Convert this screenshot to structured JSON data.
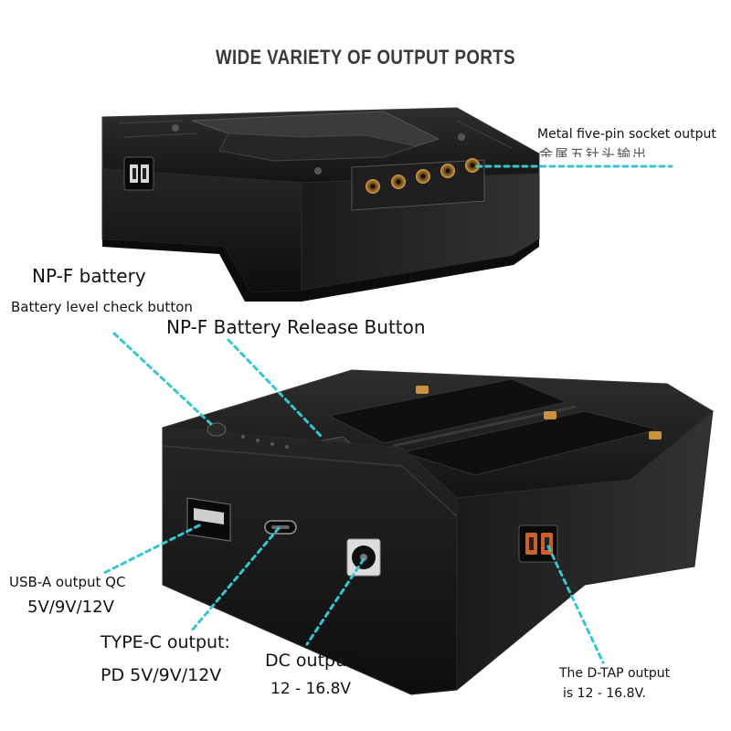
{
  "header": {
    "title": "WIDE VARIETY OF OUTPUT PORTS"
  },
  "callouts": {
    "five_pin": "Metal five-pin socket output",
    "five_pin_cn": "金属五针头输出",
    "npf_battery": "NP-F battery",
    "level_button": "Battery level check button",
    "release_button": "NP-F Battery Release Button",
    "usb_a_line1": "USB-A output QC",
    "usb_a_line2": "5V/9V/12V",
    "type_c_line1": "TYPE-C output:",
    "type_c_line2": "PD 5V/9V/12V",
    "dc_line1": "DC output:",
    "dc_line2": "12 - 16.8V",
    "dtap_line1": "The D-TAP output",
    "dtap_line2": "is 12 - 16.8V."
  },
  "colors": {
    "leader_line": "#35c6cf",
    "device_body": "#1c1c1c",
    "device_edge": "#3a3a3a",
    "pin_gold": "#c8923e",
    "dtap_orange": "#c9602d"
  }
}
